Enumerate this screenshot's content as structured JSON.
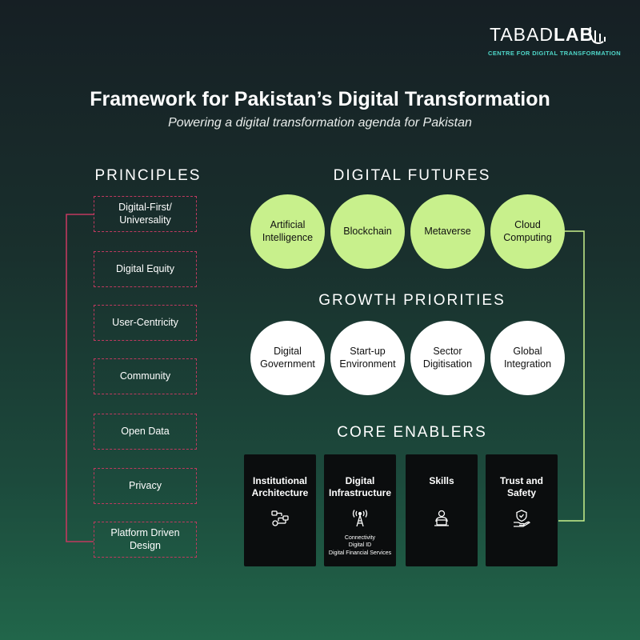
{
  "brand": {
    "logo_word_thin": "TABAD",
    "logo_word_bold": "LAB",
    "logo_subtitle": "CENTRE FOR DIGITAL TRANSFORMATION",
    "accent_color": "#4fd7c9"
  },
  "title": "Framework for Pakistan’s Digital Transformation",
  "subtitle": "Powering a digital transformation agenda for Pakistan",
  "principles": {
    "heading": "PRINCIPLES",
    "items": [
      "Digital-First/\nUniversality",
      "Digital Equity",
      "User-Centricity",
      "Community",
      "Open Data",
      "Privacy",
      "Platform Driven\nDesign"
    ],
    "border_color": "#c0395f"
  },
  "digital_futures": {
    "heading": "DIGITAL FUTURES",
    "items": [
      "Artificial\nIntelligence",
      "Blockchain",
      "Metaverse",
      "Cloud\nComputing"
    ],
    "color": "#c8f08c"
  },
  "growth_priorities": {
    "heading": "GROWTH PRIORITIES",
    "items": [
      "Digital\nGovernment",
      "Start-up\nEnvironment",
      "Sector\nDigitisation",
      "Global\nIntegration"
    ],
    "color": "#ffffff"
  },
  "core_enablers": {
    "heading": "CORE ENABLERS",
    "items": [
      {
        "label": "Institutional\nArchitecture",
        "icon": "flowchart-icon",
        "sub": []
      },
      {
        "label": "Digital\nInfrastructure",
        "icon": "antenna-tower-icon",
        "sub": [
          "Connectivity",
          "Digital ID",
          "Digital Financial Services"
        ]
      },
      {
        "label": "Skills",
        "icon": "person-laptop-icon",
        "sub": []
      },
      {
        "label": "Trust and\nSafety",
        "icon": "shield-hand-icon",
        "sub": []
      }
    ]
  }
}
